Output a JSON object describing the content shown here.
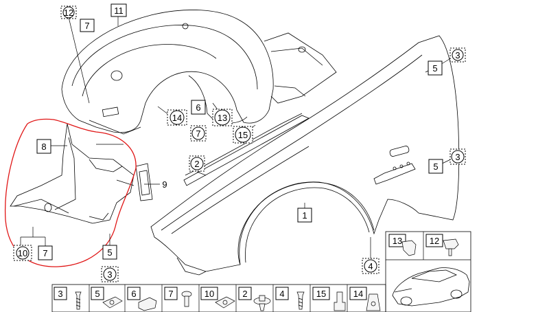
{
  "callouts": [
    {
      "id": "c-12a",
      "label": "12",
      "shape": "box"
    },
    {
      "id": "c-7a",
      "label": "7",
      "shape": "box"
    },
    {
      "id": "c-11",
      "label": "11",
      "shape": "box"
    },
    {
      "id": "c-3a",
      "label": "3",
      "shape": "circle"
    },
    {
      "id": "c-5a",
      "label": "5",
      "shape": "box"
    },
    {
      "id": "c-14a",
      "label": "14",
      "shape": "circle"
    },
    {
      "id": "c-6a",
      "label": "6",
      "shape": "box"
    },
    {
      "id": "c-7b",
      "label": "7",
      "shape": "circle"
    },
    {
      "id": "c-13a",
      "label": "13",
      "shape": "circle"
    },
    {
      "id": "c-15a",
      "label": "15",
      "shape": "circle"
    },
    {
      "id": "c-8",
      "label": "8",
      "shape": "box"
    },
    {
      "id": "c-2a",
      "label": "2",
      "shape": "circle"
    },
    {
      "id": "c-9",
      "label": "9",
      "shape": "plain"
    },
    {
      "id": "c-3b",
      "label": "3",
      "shape": "circle"
    },
    {
      "id": "c-5b",
      "label": "5",
      "shape": "box"
    },
    {
      "id": "c-1",
      "label": "1",
      "shape": "box"
    },
    {
      "id": "c-10a",
      "label": "10",
      "shape": "circle"
    },
    {
      "id": "c-7c",
      "label": "7",
      "shape": "box"
    },
    {
      "id": "c-5c",
      "label": "5",
      "shape": "box"
    },
    {
      "id": "c-3c",
      "label": "3",
      "shape": "circle"
    },
    {
      "id": "c-4",
      "label": "4",
      "shape": "circle"
    }
  ],
  "legend_right": [
    {
      "label": "13"
    },
    {
      "label": "12"
    }
  ],
  "hardware_row": [
    {
      "label": "3"
    },
    {
      "label": "5"
    },
    {
      "label": "6"
    },
    {
      "label": "7"
    },
    {
      "label": "10"
    },
    {
      "label": "2"
    },
    {
      "label": "4"
    },
    {
      "label": "15"
    },
    {
      "label": "14"
    }
  ],
  "colors": {
    "line": "#000000",
    "highlight": "#e01515",
    "background": "#ffffff"
  }
}
